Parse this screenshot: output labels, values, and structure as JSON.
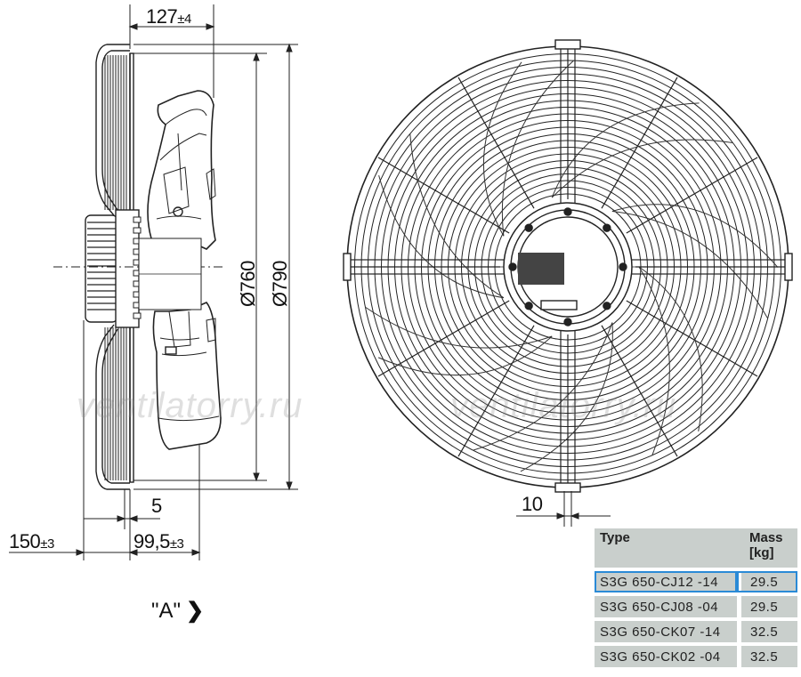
{
  "dimensions": {
    "depth_127": "127",
    "depth_127_tol": "±4",
    "dia_760": "Ø760",
    "dia_790": "Ø790",
    "dim_5": "5",
    "dim_150": "150",
    "dim_150_tol": "±3",
    "dim_99_5": "99,5",
    "dim_99_5_tol": "±3",
    "dim_10": "10"
  },
  "view_label": "\"A\"",
  "view_chevron": "❯",
  "watermark": "ventilatorry.ru",
  "table": {
    "header_type": "Type",
    "header_mass": "Mass [kg]",
    "rows": [
      {
        "type": "S3G 650-CJ12  -14",
        "mass": "29.5",
        "selected": true
      },
      {
        "type": "S3G 650-CJ08  -04",
        "mass": "29.5",
        "selected": false
      },
      {
        "type": "S3G 650-CK07  -14",
        "mass": "32.5",
        "selected": false
      },
      {
        "type": "S3G 650-CK02  -04",
        "mass": "32.5",
        "selected": false
      }
    ]
  },
  "colors": {
    "line": "#222222",
    "table_fill": "#c9cfcc",
    "selection": "#2a8ad6"
  }
}
